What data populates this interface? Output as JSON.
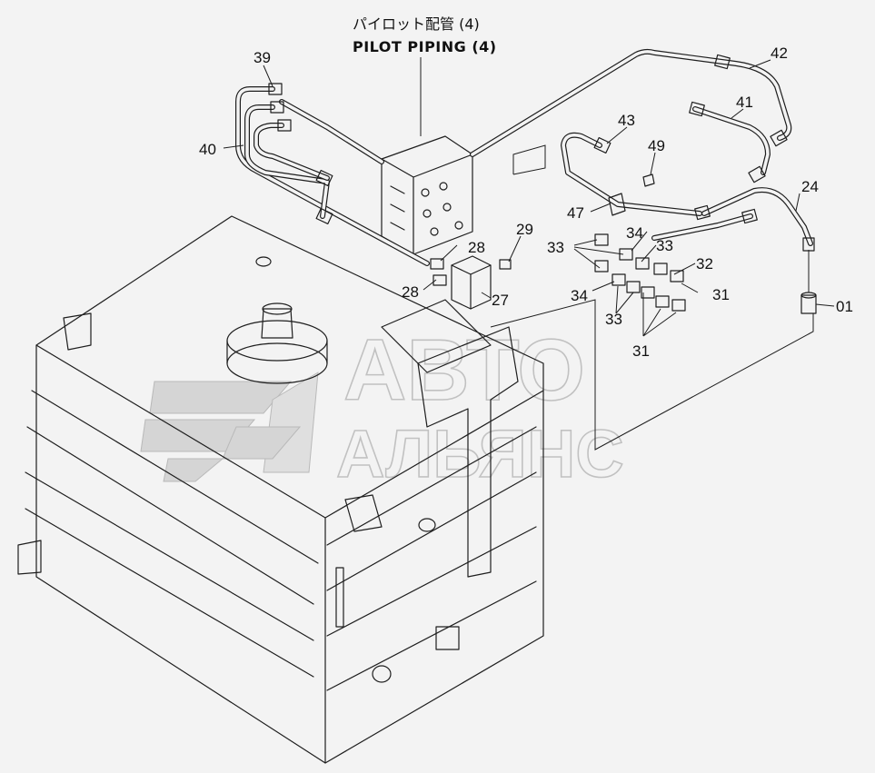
{
  "title": {
    "jp": "パイロット配管 (4)",
    "en": "PILOT PIPING (4)"
  },
  "watermark": {
    "line1": "АВТО",
    "line2": "АЛЬЯНС"
  },
  "callouts": [
    {
      "id": "c39",
      "text": "39"
    },
    {
      "id": "c40",
      "text": "40"
    },
    {
      "id": "c42",
      "text": "42"
    },
    {
      "id": "c41",
      "text": "41"
    },
    {
      "id": "c43",
      "text": "43"
    },
    {
      "id": "c49",
      "text": "49"
    },
    {
      "id": "c47",
      "text": "47"
    },
    {
      "id": "c24",
      "text": "24"
    },
    {
      "id": "c28a",
      "text": "28"
    },
    {
      "id": "c28b",
      "text": "28"
    },
    {
      "id": "c29",
      "text": "29"
    },
    {
      "id": "c27",
      "text": "27"
    },
    {
      "id": "c33a",
      "text": "33"
    },
    {
      "id": "c34a",
      "text": "34"
    },
    {
      "id": "c33b",
      "text": "33"
    },
    {
      "id": "c32",
      "text": "32"
    },
    {
      "id": "c34b",
      "text": "34"
    },
    {
      "id": "c31a",
      "text": "31"
    },
    {
      "id": "c33c",
      "text": "33"
    },
    {
      "id": "c31b",
      "text": "31"
    },
    {
      "id": "c01",
      "text": "01"
    }
  ],
  "colors": {
    "background": "#f3f3f3",
    "line": "#1e1e1e",
    "watermark": "#9a9a9a"
  }
}
